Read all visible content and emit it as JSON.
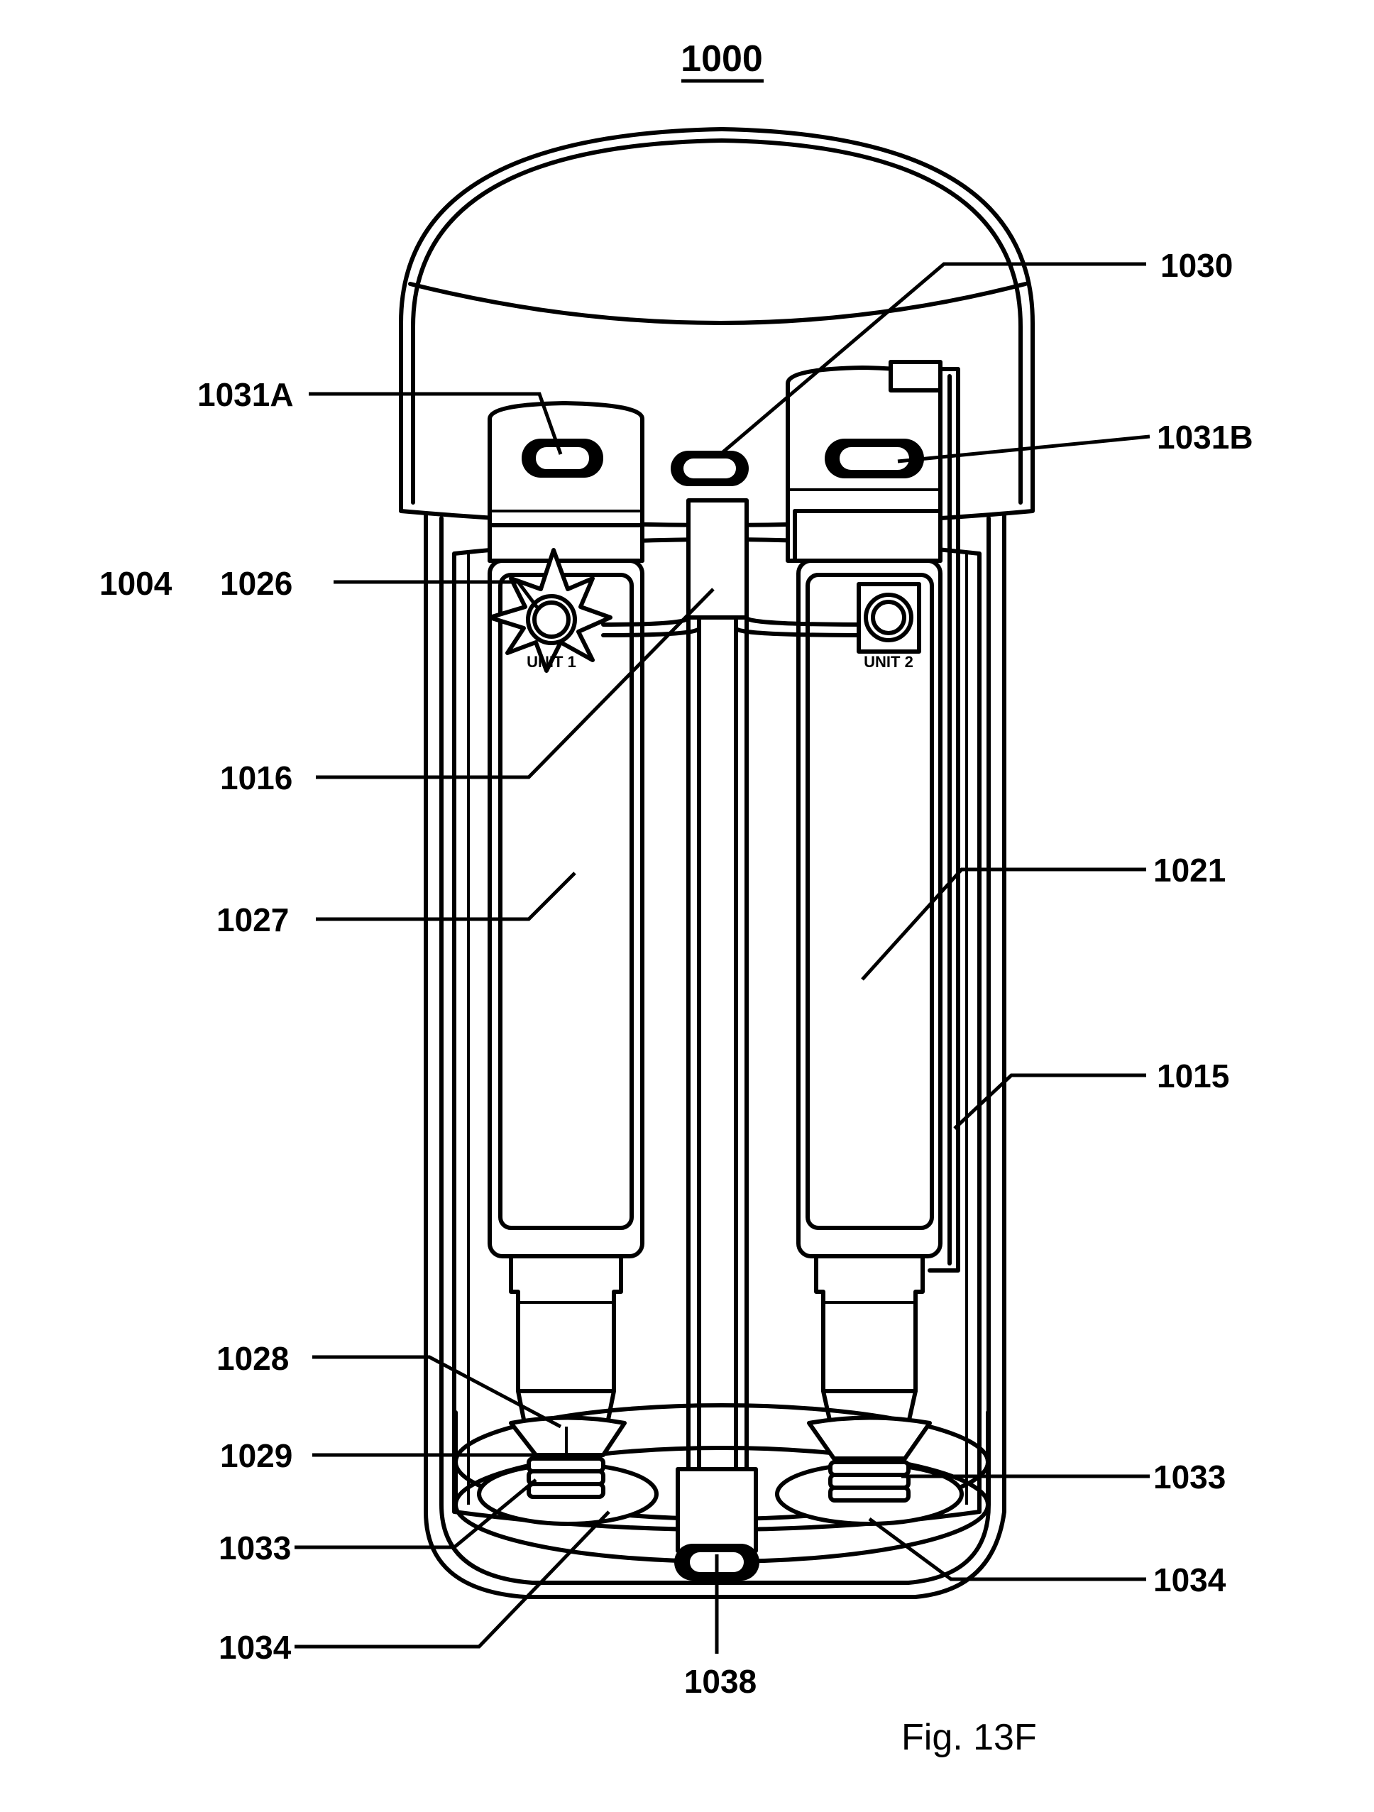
{
  "figure": {
    "title": "1000",
    "caption": "Fig. 13F",
    "unit_labels": {
      "unit1": "UNIT 1",
      "unit2": "UNIT 2"
    },
    "reference_numerals": {
      "r1030": "1030",
      "r1031A": "1031A",
      "r1031B": "1031B",
      "r1004": "1004",
      "r1026": "1026",
      "r1016": "1016",
      "r1027": "1027",
      "r1021": "1021",
      "r1015": "1015",
      "r1028": "1028",
      "r1029": "1029",
      "r1033_left": "1033",
      "r1033_right": "1033",
      "r1034_left": "1034",
      "r1034_right": "1034",
      "r1038": "1038"
    }
  }
}
